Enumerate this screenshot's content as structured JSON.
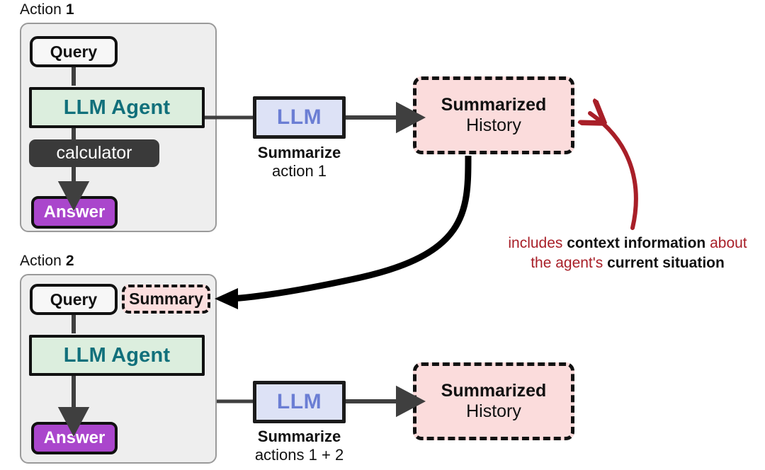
{
  "diagram": {
    "title": "LLM agent summarization loop",
    "colors": {
      "panel_bg": "#eeeeee",
      "agent_green": "#dceede",
      "agent_text_teal": "#11707b",
      "answer_purple": "#aa46cc",
      "llm_lavender": "#dde2f6",
      "llm_text_blue": "#6b7ed4",
      "history_pink": "#fbdcdc",
      "tool_dark": "#3a3a3a",
      "annotation_red": "#a81f28",
      "arrow_gray": "#3f3f3f",
      "arrow_black": "#000000"
    },
    "actions": [
      {
        "label_prefix": "Action",
        "label_number": "1",
        "query": "Query",
        "agent": "LLM Agent",
        "tool": "calculator",
        "answer": "Answer",
        "has_summary_chip": false,
        "summary_chip": ""
      },
      {
        "label_prefix": "Action",
        "label_number": "2",
        "query": "Query",
        "agent": "LLM Agent",
        "tool": "",
        "answer": "Answer",
        "has_summary_chip": true,
        "summary_chip": "Summary"
      }
    ],
    "summarizers": [
      {
        "llm_label": "LLM",
        "caption_bold": "Summarize",
        "caption_rest": "action 1",
        "output_line1": "Summarized",
        "output_line2": "History"
      },
      {
        "llm_label": "LLM",
        "caption_bold": "Summarize",
        "caption_rest": "actions 1 + 2",
        "output_line1": "Summarized",
        "output_line2": "History"
      }
    ],
    "annotation": {
      "line1_pre": "includes ",
      "line1_bold": "context information",
      "line1_post": " about",
      "line2_pre": "the agent's ",
      "line2_bold": "current situation",
      "line2_post": ""
    }
  }
}
